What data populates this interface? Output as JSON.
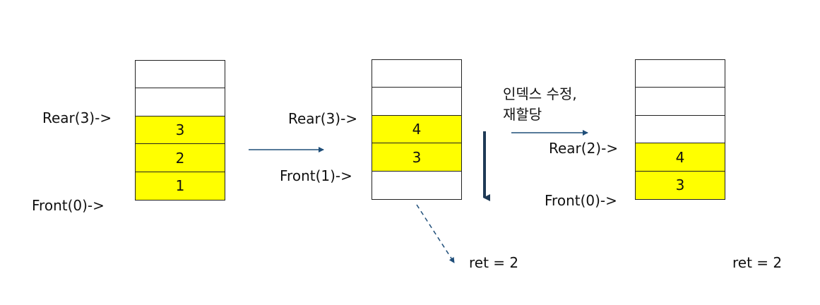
{
  "colors": {
    "filled": "#ffff00",
    "arrow": "#1f4e79",
    "border": "#222222"
  },
  "stacks": [
    {
      "cells": [
        "",
        "",
        "3",
        "2",
        "1"
      ],
      "rear_label": "Rear(3)->",
      "front_label": "Front(0)->"
    },
    {
      "cells": [
        "",
        "",
        "4",
        "3",
        ""
      ],
      "rear_label": "Rear(3)->",
      "front_label": "Front(1)->",
      "ret_label": "ret = 2"
    },
    {
      "cells": [
        "",
        "",
        "",
        "4",
        "3"
      ],
      "rear_label": "Rear(2)->",
      "front_label": "Front(0)->",
      "ret_label": "ret = 2"
    }
  ],
  "note": {
    "line1": "인덱스 수정,",
    "line2": "재할당"
  }
}
